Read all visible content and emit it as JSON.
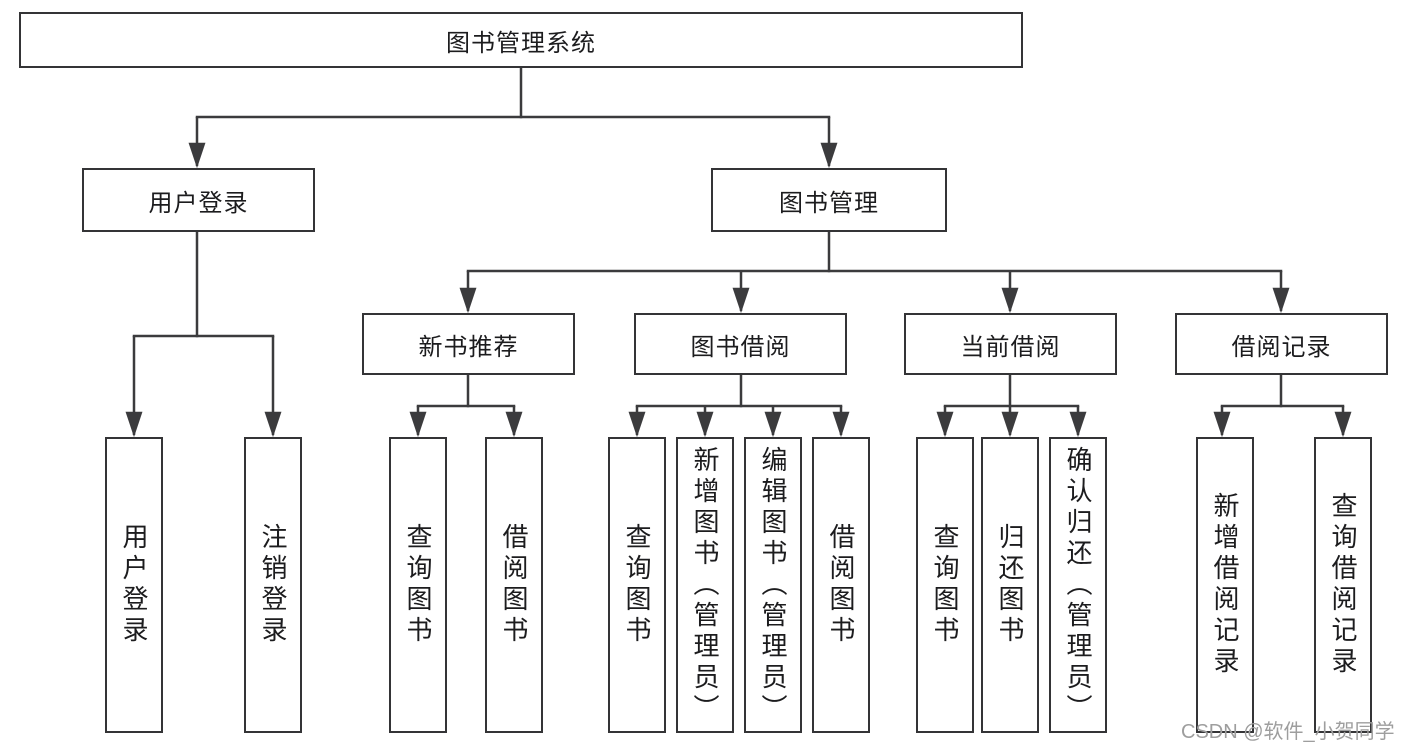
{
  "diagram": {
    "root": {
      "label": "图书管理系统"
    },
    "level2": [
      {
        "label": "用户登录"
      },
      {
        "label": "图书管理"
      }
    ],
    "level3": [
      {
        "label": "新书推荐"
      },
      {
        "label": "图书借阅"
      },
      {
        "label": "当前借阅"
      },
      {
        "label": "借阅记录"
      }
    ],
    "leaves": {
      "user_login": [
        "用户登录",
        "注销登录"
      ],
      "new_book_recommend": [
        "查询图书",
        "借阅图书"
      ],
      "book_borrowing": [
        "查询图书",
        "新增图书（管理员）",
        "编辑图书（管理员）",
        "借阅图书"
      ],
      "current_borrowing": [
        "查询图书",
        "归还图书",
        "确认归还（管理员）"
      ],
      "borrowing_records": [
        "新增借阅记录",
        "查询借阅记录"
      ]
    }
  },
  "watermark": {
    "text": "CSDN @软件_小贺同学"
  },
  "colors": {
    "line": "#3b3b3d",
    "box_border": "#343436",
    "text": "#1c1c1e",
    "watermark": "#9e9e9e",
    "background": "#ffffff"
  }
}
